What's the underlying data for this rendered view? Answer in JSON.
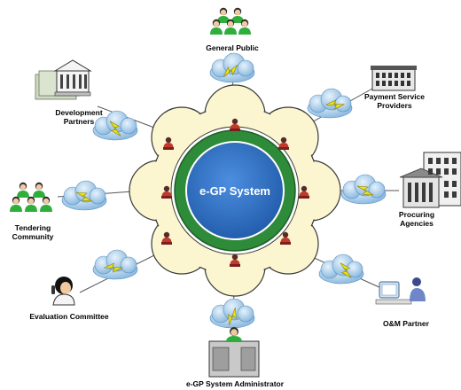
{
  "diagram": {
    "center": {
      "label": "e-GP System"
    },
    "stakeholders": [
      {
        "id": "general-public",
        "label": "General Public",
        "icon": "people-group-icon"
      },
      {
        "id": "payment-service-providers",
        "label": "Payment Service Providers",
        "icon": "bank-building-icon"
      },
      {
        "id": "procuring-agencies",
        "label": "Procuring Agencies",
        "icon": "office-building-icon"
      },
      {
        "id": "om-partner",
        "label": "O&M Partner",
        "icon": "computer-operator-icon"
      },
      {
        "id": "system-administrator",
        "label": "e-GP System Administrator",
        "icon": "admin-desk-icon"
      },
      {
        "id": "evaluation-committee",
        "label": "Evaluation Committee",
        "icon": "phone-user-icon"
      },
      {
        "id": "tendering-community",
        "label": "Tendering Community",
        "icon": "people-group-icon"
      },
      {
        "id": "development-partners",
        "label": "Development Partners",
        "icon": "bank-money-icon"
      }
    ],
    "colors": {
      "core_green": "#2e8b3a",
      "core_blue": "#2f6fc2",
      "ring_fill": "#fbf6d0",
      "cloud_fill": "#a9cde9",
      "lightning": "#f2e20b"
    }
  }
}
